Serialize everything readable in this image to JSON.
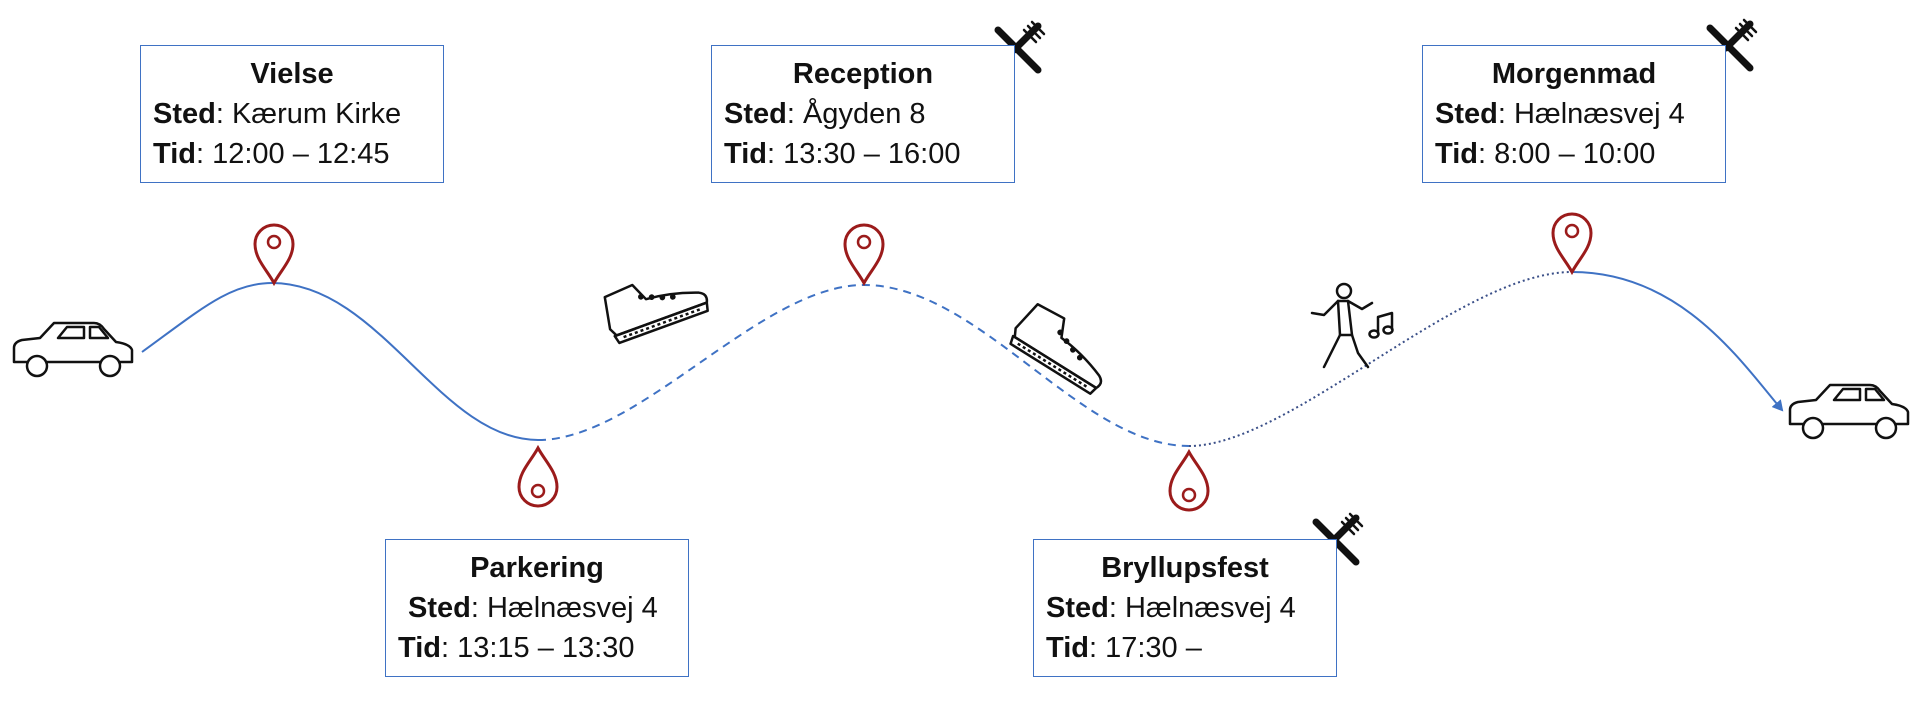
{
  "events": {
    "vielse": {
      "title": "Vielse",
      "sted_key": "Sted",
      "sted_value": "Kærum Kirke",
      "tid_key": "Tid",
      "tid_value": "12:00 – 12:45"
    },
    "reception": {
      "title": "Reception",
      "sted_key": "Sted",
      "sted_value": "Ågyden 8",
      "tid_key": "Tid",
      "tid_value": "13:30 – 16:00"
    },
    "morgenmad": {
      "title": "Morgenmad",
      "sted_key": "Sted",
      "sted_value": "Hælnæsvej 4",
      "tid_key": "Tid",
      "tid_value": "8:00 – 10:00"
    },
    "parkering": {
      "title": "Parkering",
      "sted_key": "Sted",
      "sted_value": "Hælnæsvej 4",
      "tid_key": "Tid",
      "tid_value": "13:15 – 13:30"
    },
    "bryllupsfest": {
      "title": "Bryllupsfest",
      "sted_key": "Sted",
      "sted_value": "Hælnæsvej 4",
      "tid_key": "Tid",
      "tid_value": "17:30 –"
    }
  },
  "icons": {
    "transport_start": "car-icon",
    "transport_end": "car-icon",
    "walk": "shoe-icon",
    "dance": "dancer-music-icon",
    "food": "fork-knife-icon",
    "location": "map-pin-icon"
  },
  "colors": {
    "route": "#3f72c4",
    "route_dotted": "#3a4f88",
    "pin": "#9b1b1b",
    "box_border": "#3f72c4",
    "icon": "#111111"
  }
}
